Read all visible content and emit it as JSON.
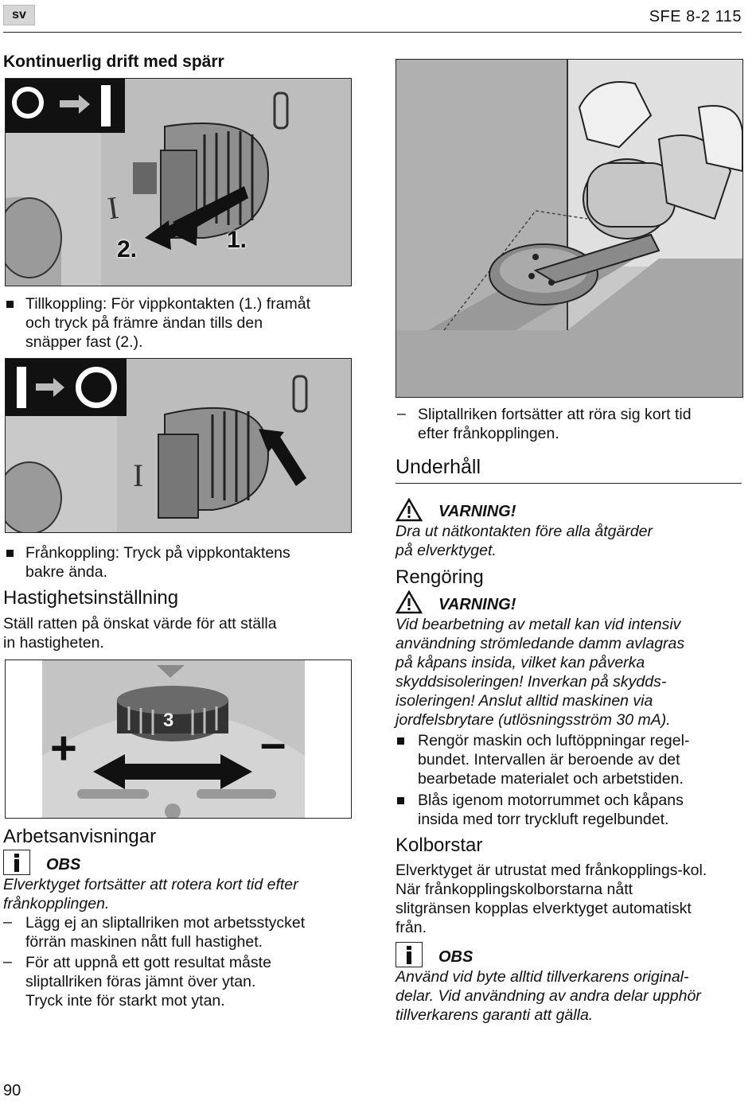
{
  "header": {
    "lang": "sv",
    "model": "SFE 8-2 115"
  },
  "left": {
    "title1": "Kontinuerlig drift med spärr",
    "fig1": {
      "off_symbol": "O",
      "on_symbol": "I",
      "label_step2": "2.",
      "label_step1": "1."
    },
    "bullet1": [
      "Tillkoppling: För vippkontakten (1.) framåt",
      "och tryck på främre ändan tills den",
      "snäpper fast (2.)."
    ],
    "fig2": {
      "on_symbol": "I",
      "off_symbol": "O"
    },
    "bullet2": [
      "Frånkoppling: Tryck på vippkontaktens",
      "bakre ända."
    ],
    "speed_title": "Hastighetsinställning",
    "speed_text": [
      "Ställ ratten på önskat värde för att ställa",
      "in hastigheten."
    ],
    "fig3": {
      "dial_value": "3",
      "plus": "+",
      "minus": "–"
    },
    "work_title": "Arbetsanvisningar",
    "obs_label": "OBS",
    "obs_text": [
      "Elverktyget fortsätter att rotera kort tid efter",
      "frånkopplingen."
    ],
    "dash1": [
      "Lägg ej an sliptallriken mot arbetsstycket",
      "förrän maskinen nått full hastighet."
    ],
    "dash2": [
      "För att uppnå ett gott resultat måste",
      "sliptallriken föras jämnt över ytan.",
      "Tryck inte för starkt mot ytan."
    ]
  },
  "right": {
    "dash_top": [
      "Sliptallriken fortsätter att röra sig kort tid",
      "efter frånkopplingen."
    ],
    "maint_title": "Underhåll",
    "warn1_label": "VARNING!",
    "warn1_text": [
      "Dra ut nätkontakten före alla åtgärder",
      "på elverktyget."
    ],
    "clean_title": "Rengöring",
    "warn2_label": "VARNING!",
    "warn2_text": [
      "Vid bearbetning av metall kan vid intensiv",
      "användning strömledande damm avlagras",
      "på kåpans insida, vilket kan påverka",
      "skyddsisoleringen! Inverkan på skydds-",
      "isoleringen! Anslut alltid maskinen via",
      "jordfelsbrytare (utlösningsström 30 mA)."
    ],
    "bullet1": [
      "Rengör maskin och luftöppningar regel-",
      "bundet. Intervallen är beroende av det",
      "bearbetade materialet och arbetstiden."
    ],
    "bullet2": [
      "Blås igenom motorrummet och kåpans",
      "insida med torr tryckluft regelbundet."
    ],
    "brush_title": "Kolborstar",
    "brush_text": [
      "Elverktyget är utrustat med frånkopplings-kol.",
      "När frånkopplingskolborstarna nått",
      "slitgränsen kopplas elverktyget automatiskt",
      "från."
    ],
    "obs_label": "OBS",
    "obs_text": [
      "Använd vid byte alltid tillverkarens original-",
      "delar. Vid användning av andra delar upphör",
      "tillverkarens garanti att gälla."
    ]
  },
  "footer": {
    "page_number": "90"
  }
}
